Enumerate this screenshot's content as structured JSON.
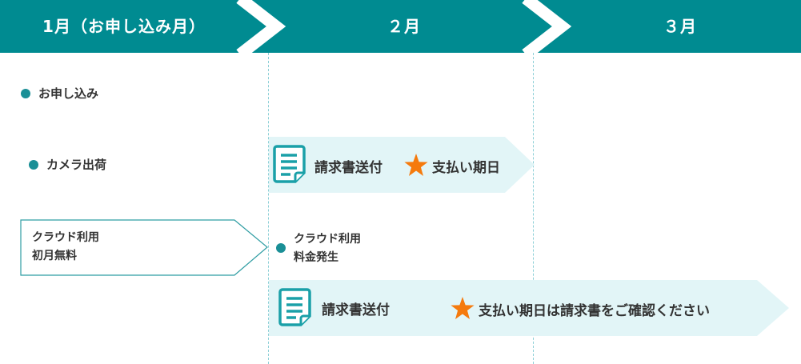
{
  "colors": {
    "header_bg": "#008b91",
    "header_text": "#ffffff",
    "dot": "#1a8f96",
    "band_bg": "#e2f5f7",
    "dash_line": "#8ccfd6",
    "star": "#f57a0d",
    "doc_icon": "#1aa0a8",
    "outline_box": "#2f9da3"
  },
  "header": {
    "months": [
      {
        "label": "1月（お申し込み月）"
      },
      {
        "label": "２月"
      },
      {
        "label": "３月"
      }
    ]
  },
  "rows": {
    "apply": {
      "label": "お申し込み",
      "icon": "dot"
    },
    "camera_ship": {
      "label": "カメラ出荷",
      "icon": "dot"
    },
    "invoice_band_1": {
      "doc_icon": "document-icon",
      "invoice_label": "請求書送付",
      "star_icon": "star-icon",
      "due_label": "支払い期日"
    },
    "cloud_free_box": {
      "line1": "クラウド利用",
      "line2": "初月無料"
    },
    "cloud_fee": {
      "line1": "クラウド利用",
      "line2": "料金発生",
      "icon": "dot"
    },
    "invoice_band_2": {
      "doc_icon": "document-icon",
      "invoice_label": "請求書送付",
      "star_icon": "star-icon",
      "due_label": "支払い期日は請求書をご確認ください"
    }
  }
}
